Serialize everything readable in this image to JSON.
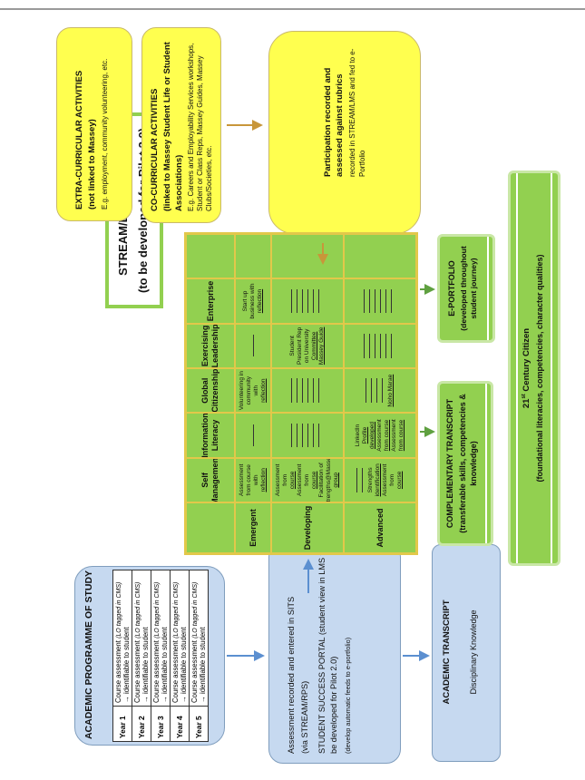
{
  "extra_curricular": {
    "title": "EXTRA-CURRICULAR ACTIVITIES",
    "subtitle": "(not linked to Massey)",
    "examples": "E.g. employment, community volunteering, etc."
  },
  "co_curricular": {
    "title": "CO-CURRICULAR ACTIVITIES",
    "subtitle": "(linked to Massey Student Life or Student Associations)",
    "examples": "E.g. Careers and Employability Services workshops, Student or Class Reps, Massey Guides, Massey Clubs/Societies, etc."
  },
  "participation": {
    "title": "Participation recorded and assessed against rubrics",
    "detail": "recorded in STREAM/LMS and fed to e-Portfolio"
  },
  "stream": {
    "title": "STREAM/LMS Interface",
    "subtitle": "(to be developed for Pilot 2.0)"
  },
  "academic_programme": {
    "title": "ACADEMIC PROGRAMME OF STUDY",
    "rows": [
      {
        "year": "Year 1",
        "text": "Course assessment",
        "cms": "(LO tagged in CMS)",
        "arrow": "→",
        "note": "identifiable to student"
      },
      {
        "year": "Year 2",
        "text": "Course assessment",
        "cms": "(LO tagged in CMS)",
        "arrow": "→",
        "note": "identifiable to student"
      },
      {
        "year": "Year 3",
        "text": "Course assessment",
        "cms": "(LO tagged in CMS)",
        "arrow": "→",
        "note": "identifiable to student"
      },
      {
        "year": "Year 4",
        "text": "Course assessment",
        "cms": "(LO tagged in CMS)",
        "arrow": "→",
        "note": "identifiable to student"
      },
      {
        "year": "Year 5",
        "text": "Course assessment",
        "cms": "(LO tagged in CMS)",
        "arrow": "→",
        "note": "identifiable to student"
      }
    ]
  },
  "sits": {
    "line1": "Assessment recorded and entered in SITS",
    "line2": "(via STREAM/RPS)",
    "portal": "STUDENT SUCCESS PORTAL (student view in LMS to be developed for Pilot 2.0)",
    "feeds": "(develop automatic feeds to e-portfolio)"
  },
  "academic_transcript": {
    "title": "ACADEMIC TRANSCRIPT",
    "subtitle": "Disciplinary Knowledge"
  },
  "grid": {
    "columns": [
      "Self Management",
      "Information Literacy",
      "Global Citizenship",
      "Exercising Leadership",
      "Enterprise"
    ],
    "rows": [
      "Emergent",
      "Developing",
      "Advanced"
    ],
    "emergent": {
      "self": [
        "Assessment from course with",
        "reflection"
      ],
      "global": [
        "Volunteering in community with",
        "reflection"
      ],
      "enterprise": [
        "Start up business with",
        "reflection"
      ]
    },
    "developing": {
      "self": [
        "Assessment from",
        "course",
        "Assessment from",
        "course",
        "Facilitation of Strengths@Massey",
        "group"
      ],
      "leadership": [
        "Student President Rep on University",
        "Committee",
        "Massey Guide"
      ]
    },
    "advanced": {
      "self": [
        "Strengths",
        "identification",
        "Assessment from",
        "course"
      ],
      "info": [
        "LinkedIn",
        "Profile developed",
        "Assessment",
        "from course",
        "Assessment",
        "from course"
      ],
      "global": [
        "Noho Marae"
      ]
    }
  },
  "eportfolio": {
    "title": "E-PORTFOLIO",
    "subtitle": "(developed throughout student journey)"
  },
  "complementary": {
    "title": "COMPLEMENTARY TRANSCRIPT",
    "subtitle": "(transferable skills, competencies & knowledge)"
  },
  "citizen": {
    "title_main": "21",
    "title_sup": "st",
    "title_rest": " Century Citizen",
    "subtitle": "(foundational literacies, competencies, character qualities)"
  },
  "colors": {
    "yellow": "#ffff4f",
    "blue": "#c6d9f0",
    "green": "#92d050",
    "arrow_blue": "#5b8fd0",
    "arrow_gold": "#c8963a",
    "arrow_green": "#5fa040"
  }
}
